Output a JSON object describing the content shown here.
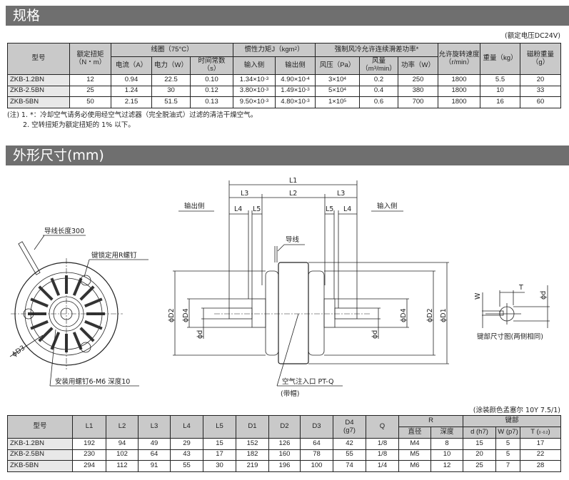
{
  "spec": {
    "title": "规格",
    "voltage_note": "(额定电压DC24V)",
    "headers": {
      "model": "型号",
      "torque": "额定扭矩",
      "torque_unit": "（N・m）",
      "coil": "线圈（75°C）",
      "current": "电流（A）",
      "power": "电力（W）",
      "time_const": "时间常数",
      "time_const_unit": "（s）",
      "inertia": "惯性力矩J（kgm",
      "inertia_sup": "2",
      "inertia_close": "）",
      "input_side": "输入侧",
      "output_side": "输出侧",
      "cooling": "强制风冷允许连续滑差功率*",
      "air_pressure": "风压（Pa）",
      "air_flow": "风量",
      "air_flow_unit": "（m",
      "air_flow_sup": "3",
      "air_flow_unit2": "/min）",
      "slip_power": "功率（W）",
      "speed": "允许旋转速度",
      "speed_unit": "（r/min）",
      "weight": "重量（kg）",
      "powder": "磁粉重量",
      "powder_unit": "（g）"
    },
    "rows": [
      {
        "model": "ZKB-1.2BN",
        "torque": "12",
        "current": "0.94",
        "power": "22.5",
        "tc": "0.10",
        "in_m": "1.34×10",
        "in_e": "-3",
        "out_m": "4.90×10",
        "out_e": "-4",
        "pa_m": "3×10",
        "pa_e": "4",
        "flow": "0.2",
        "slip": "250",
        "speed": "1800",
        "weight": "5.5",
        "powder": "20"
      },
      {
        "model": "ZKB-2.5BN",
        "torque": "25",
        "current": "1.24",
        "power": "30",
        "tc": "0.12",
        "in_m": "3.80×10",
        "in_e": "-3",
        "out_m": "1.49×10",
        "out_e": "-3",
        "pa_m": "5×10",
        "pa_e": "4",
        "flow": "0.4",
        "slip": "380",
        "speed": "1800",
        "weight": "10",
        "powder": "33"
      },
      {
        "model": "ZKB-5BN",
        "torque": "50",
        "current": "2.15",
        "power": "51.5",
        "tc": "0.13",
        "in_m": "9.50×10",
        "in_e": "-3",
        "out_m": "4.80×10",
        "out_e": "-3",
        "pa_m": "1×10",
        "pa_e": "5",
        "flow": "0.6",
        "slip": "700",
        "speed": "1800",
        "weight": "16",
        "powder": "60"
      }
    ],
    "notes": [
      "(注) 1. *：冷却空气请务必使用经空气过滤器（完全脱油式）过滤的清洁干燥空气。",
      "2. 空转扭矩为额定扭矩的 1% 以下。"
    ]
  },
  "dims": {
    "title": "外形尺寸(mm)",
    "labels": {
      "L1": "L1",
      "L2": "L2",
      "L3": "L3",
      "L4": "L4",
      "L5": "L5",
      "output_side": "输出侧",
      "input_side": "输入侧",
      "lead": "导线",
      "lead_length": "导线长度300",
      "key_screw": "键锁定用R螺钉",
      "D3": "ϕD3",
      "mount_screw": "安装用螺钉6-M6 深度10",
      "air_inlet": "空气注入口 PT-Q",
      "cap": "(带帽)",
      "D1": "ϕD1",
      "D2": "ϕD2",
      "D4": "ϕD4",
      "d": "ϕd",
      "W": "W",
      "T": "T",
      "key_caption": "键部尺寸图(两侧相同)"
    },
    "paint_note": "(涂装颜色孟塞尔 10Y 7.5/1)",
    "headers": {
      "model": "型号",
      "L1": "L1",
      "L2": "L2",
      "L3": "L3",
      "L4": "L4",
      "L5": "L5",
      "D1": "D1",
      "D2": "D2",
      "D3": "D3",
      "D4": "D4",
      "D4_unit": "(g7)",
      "Q": "Q",
      "R": "R",
      "R_dia": "直径",
      "R_depth": "深度",
      "key": "键部",
      "key_d": "d (h7)",
      "key_W": "W (p7)",
      "key_T": "T (",
      "key_T_tol": "0 -0.2",
      "key_T_close": ")"
    },
    "rows": [
      [
        "ZKB-1.2BN",
        "192",
        "94",
        "49",
        "29",
        "15",
        "152",
        "126",
        "64",
        "42",
        "1/8",
        "M4",
        "8",
        "15",
        "5",
        "17"
      ],
      [
        "ZKB-2.5BN",
        "230",
        "102",
        "64",
        "43",
        "17",
        "182",
        "160",
        "78",
        "55",
        "1/8",
        "M5",
        "10",
        "20",
        "5",
        "22"
      ],
      [
        "ZKB-5BN",
        "294",
        "112",
        "91",
        "55",
        "30",
        "219",
        "196",
        "100",
        "74",
        "1/4",
        "M6",
        "12",
        "25",
        "7",
        "28"
      ]
    ]
  }
}
